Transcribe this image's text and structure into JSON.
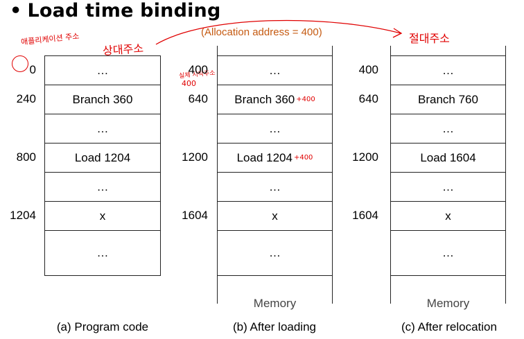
{
  "title": "Load time binding",
  "bullet": "•",
  "allocation_note": "(Allocation address = 400)",
  "handwritten": {
    "left_note": "애플리케이션 주소",
    "relative_address": "상대주소",
    "physical_address": "절대주소",
    "start_note_1": "실제 시작주소",
    "start_note_2": "400",
    "plus_400": "+400"
  },
  "columns": [
    {
      "caption": "(a) Program code",
      "memory_label": "",
      "cells": [
        "…",
        "Branch 360",
        "…",
        "Load 1204",
        "…",
        "x",
        "…"
      ],
      "addresses": [
        "0",
        "240",
        "",
        "800",
        "",
        "1204",
        ""
      ]
    },
    {
      "caption": "(b) After loading",
      "memory_label": "Memory",
      "cells": [
        "…",
        "Branch 360",
        "…",
        "Load 1204",
        "…",
        "x",
        "…"
      ],
      "addresses": [
        "400",
        "640",
        "",
        "1200",
        "",
        "1604",
        ""
      ]
    },
    {
      "caption": "(c) After relocation",
      "memory_label": "Memory",
      "cells": [
        "…",
        "Branch 760",
        "…",
        "Load 1604",
        "…",
        "x",
        "…"
      ],
      "addresses": [
        "400",
        "640",
        "",
        "1200",
        "",
        "1604",
        ""
      ]
    }
  ],
  "colors": {
    "allocation": "#c55a11",
    "handwriting": "#e00000"
  }
}
